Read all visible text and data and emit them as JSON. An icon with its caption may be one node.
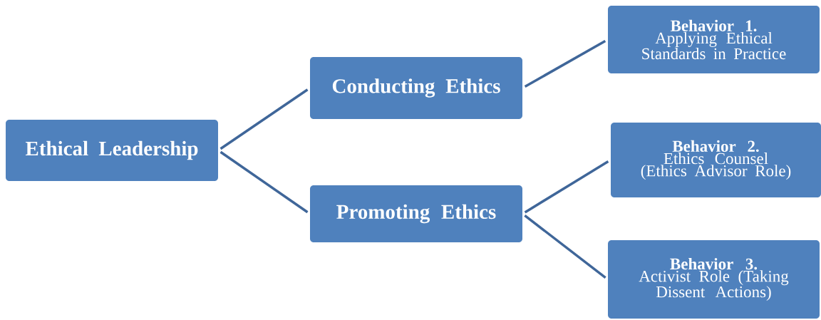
{
  "diagram": {
    "nodes": [
      {
        "text": [
          "Ethical Leadership"
        ]
      },
      {
        "text": [
          "Conducting Ethics"
        ]
      },
      {
        "text": [
          "Promoting Ethics"
        ]
      },
      {
        "text": [
          "Behavior 1.",
          "Applying Ethical Standards in Practice"
        ]
      },
      {
        "text": [
          "Behavior 2.",
          "Ethics Counsel (Ethics Advisor Role)"
        ]
      },
      {
        "text": [
          "Behavior 3.",
          "Activist Role (Taking Dissent Actions)"
        ]
      }
    ],
    "edges": [
      {
        "from": 0,
        "to": 1,
        "arrow": "none"
      },
      {
        "from": 0,
        "to": 2,
        "arrow": "none"
      },
      {
        "from": 1,
        "to": 3,
        "arrow": "none"
      },
      {
        "from": 2,
        "to": 4,
        "arrow": "none"
      },
      {
        "from": 2,
        "to": 5,
        "arrow": "none"
      }
    ]
  }
}
